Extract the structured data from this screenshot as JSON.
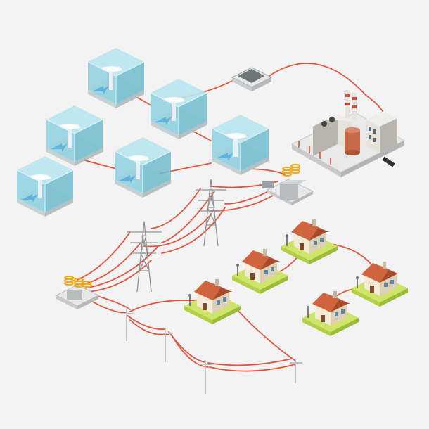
{
  "scene": {
    "background": "#f3f3f3",
    "colors": {
      "wire": "#e4553f",
      "water_top": "#b9e6f0",
      "water_left": "#8fd0df",
      "water_right": "#71bccd",
      "base": "#dfe8ea",
      "lawn_top": "#cfe46a",
      "lawn_side": "#9ebd37",
      "roof": "#d0643e",
      "roof_dark": "#a94b2b",
      "wall": "#f3ead8",
      "wall_dark": "#ddd0b6",
      "plant_wall": "#e6e3dc",
      "plant_dark": "#b9b5ad",
      "pylon": "#8f9497",
      "coil": "#f2a81d"
    },
    "elements": {
      "water_turbines": 6,
      "pylons": 2,
      "houses": 5,
      "utility_poles": 4,
      "transformer_stations": 2,
      "power_plant": 1
    }
  }
}
